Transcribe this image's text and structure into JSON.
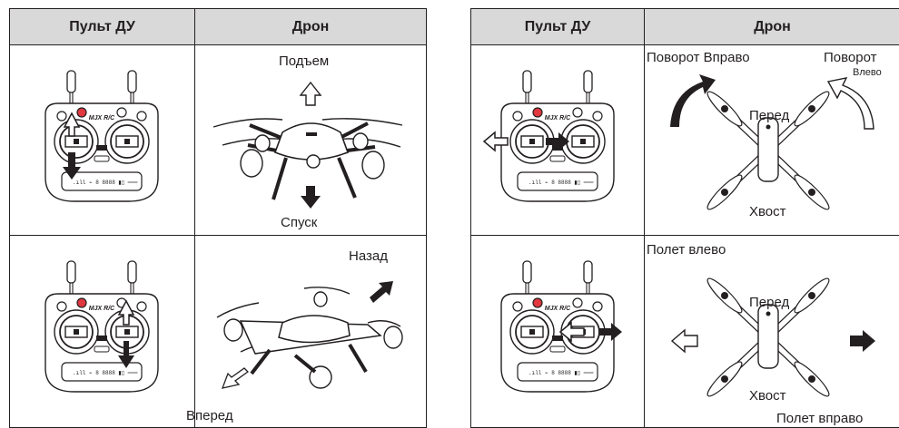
{
  "left": {
    "col1": "Пульт ДУ",
    "col2": "Дрон",
    "row1": {
      "up": "Подъем",
      "down": "Спуск"
    },
    "row2": {
      "back": "Назад",
      "forward": "Вперед"
    }
  },
  "right": {
    "col1": "Пульт ДУ",
    "col2": "Дрон",
    "row1": {
      "turn_right": "Поворот Вправо",
      "turn_left_1": "Поворот",
      "turn_left_2": "Влево",
      "front": "Перед",
      "tail": "Хвост"
    },
    "row2": {
      "fly_left": "Полет влево",
      "front": "Перед",
      "tail": "Хвост",
      "fly_right": "Полет вправо"
    }
  },
  "remote": {
    "brand": "MJX R/C"
  }
}
